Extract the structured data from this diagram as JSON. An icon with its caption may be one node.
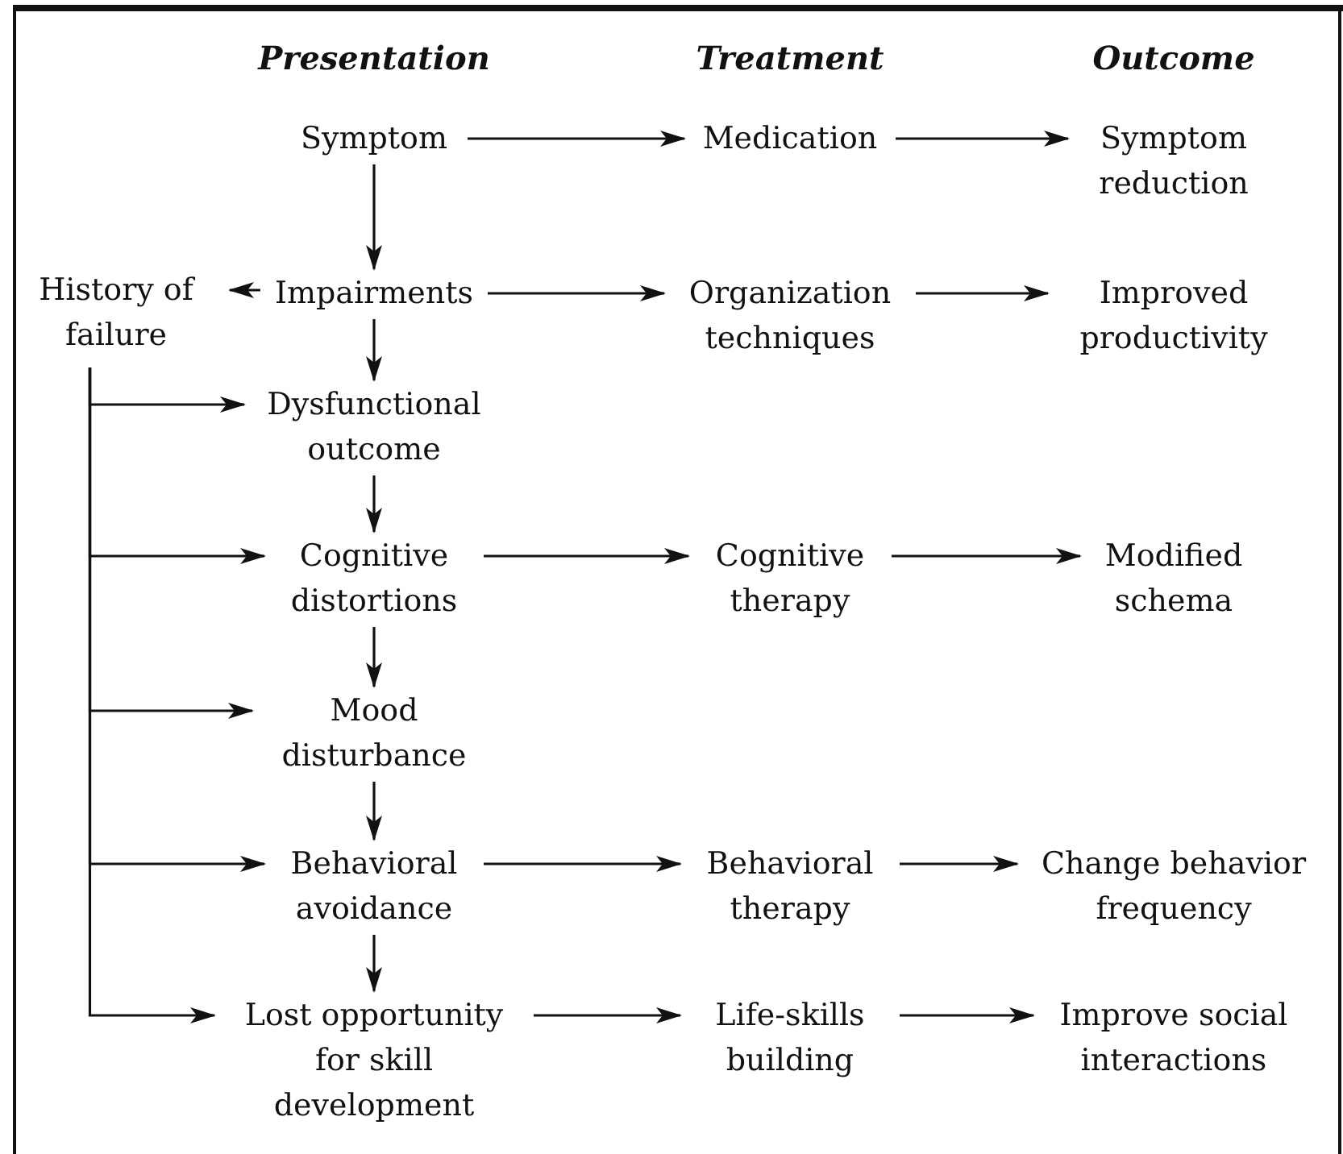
{
  "diagram": {
    "nodes": [
      {
        "text": [
          "Symptom"
        ]
      },
      {
        "text": [
          "Medication"
        ]
      },
      {
        "text": [
          "Symptom reduction"
        ]
      },
      {
        "text": [
          "History of failure"
        ]
      },
      {
        "text": [
          "Impairments"
        ]
      },
      {
        "text": [
          "Organization techniques"
        ]
      },
      {
        "text": [
          "Improved productivity"
        ]
      },
      {
        "text": [
          "Dysfunctional outcome"
        ]
      },
      {
        "text": [
          "Cognitive distortions"
        ]
      },
      {
        "text": [
          "Cognitive therapy"
        ]
      },
      {
        "text": [
          "Modified schema"
        ]
      },
      {
        "text": [
          "Mood disturbance"
        ]
      },
      {
        "text": [
          "Behavioral avoidance"
        ]
      },
      {
        "text": [
          "Behavioral therapy"
        ]
      },
      {
        "text": [
          "Change behavior frequency"
        ]
      },
      {
        "text": [
          "Lost opportunity for skill development"
        ]
      },
      {
        "text": [
          "Life-skills building"
        ]
      },
      {
        "text": [
          "Improve social interactions"
        ]
      }
    ],
    "edges": [
      {
        "from": 0,
        "to": 1,
        "arrow": "to"
      },
      {
        "from": 1,
        "to": 2,
        "arrow": "to"
      },
      {
        "from": 0,
        "to": 4,
        "arrow": "to"
      },
      {
        "from": 4,
        "to": 3,
        "arrow": "to"
      },
      {
        "from": 4,
        "to": 5,
        "arrow": "to"
      },
      {
        "from": 5,
        "to": 6,
        "arrow": "to"
      },
      {
        "from": 4,
        "to": 7,
        "arrow": "to"
      },
      {
        "from": 3,
        "to": 7,
        "arrow": "to"
      },
      {
        "from": 7,
        "to": 8,
        "arrow": "to"
      },
      {
        "from": 3,
        "to": 8,
        "arrow": "to"
      },
      {
        "from": 8,
        "to": 9,
        "arrow": "to"
      },
      {
        "from": 9,
        "to": 10,
        "arrow": "to"
      },
      {
        "from": 8,
        "to": 11,
        "arrow": "to"
      },
      {
        "from": 3,
        "to": 11,
        "arrow": "to"
      },
      {
        "from": 11,
        "to": 12,
        "arrow": "to"
      },
      {
        "from": 3,
        "to": 12,
        "arrow": "to"
      },
      {
        "from": 12,
        "to": 13,
        "arrow": "to"
      },
      {
        "from": 13,
        "to": 14,
        "arrow": "to"
      },
      {
        "from": 12,
        "to": 15,
        "arrow": "to"
      },
      {
        "from": 3,
        "to": 15,
        "arrow": "to"
      },
      {
        "from": 15,
        "to": 16,
        "arrow": "to"
      },
      {
        "from": 16,
        "to": 17,
        "arrow": "to"
      }
    ],
    "labels": [
      "Presentation",
      "Treatment",
      "Outcome"
    ]
  }
}
